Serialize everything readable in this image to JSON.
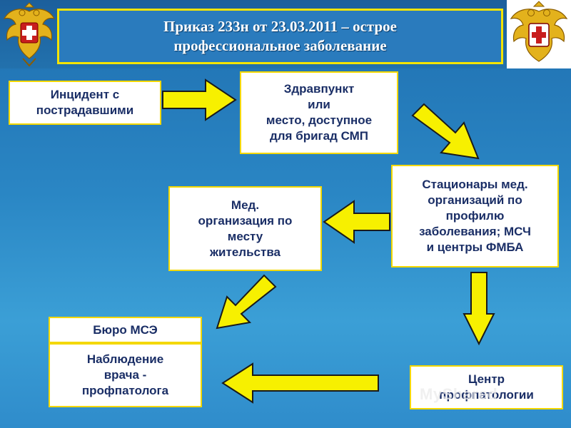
{
  "title": {
    "line1": "Приказ 233н от 23.03.2011 – острое",
    "line2": "профессиональное заболевание"
  },
  "nodes": {
    "incident": [
      "Инцидент с",
      "пострадавшими"
    ],
    "health_post": [
      "Здравпункт",
      "или",
      "место, доступное",
      "для бригад СМП"
    ],
    "hospitals": [
      "Стационары мед.",
      "организаций по",
      "профилю",
      "заболевания; МСЧ",
      "и центры ФМБА"
    ],
    "residence_org": [
      "Мед.",
      "организация по",
      "месту",
      "жительства"
    ],
    "mse_bureau": [
      "Бюро МСЭ"
    ],
    "observation": [
      "Наблюдение",
      "врача -",
      "профпатолога"
    ],
    "center": [
      "Центр",
      "профпатологии"
    ]
  },
  "watermark": "MyShared",
  "colors": {
    "arrow_fill": "#f7f000",
    "arrow_stroke": "#1a1a1a",
    "box_border": "#f4d800",
    "box_text": "#1a2e66",
    "title_border": "#f5e400"
  },
  "icons": {
    "emblem_left": "double-headed-eagle-emblem-icon",
    "emblem_right": "double-headed-eagle-emblem-icon"
  }
}
